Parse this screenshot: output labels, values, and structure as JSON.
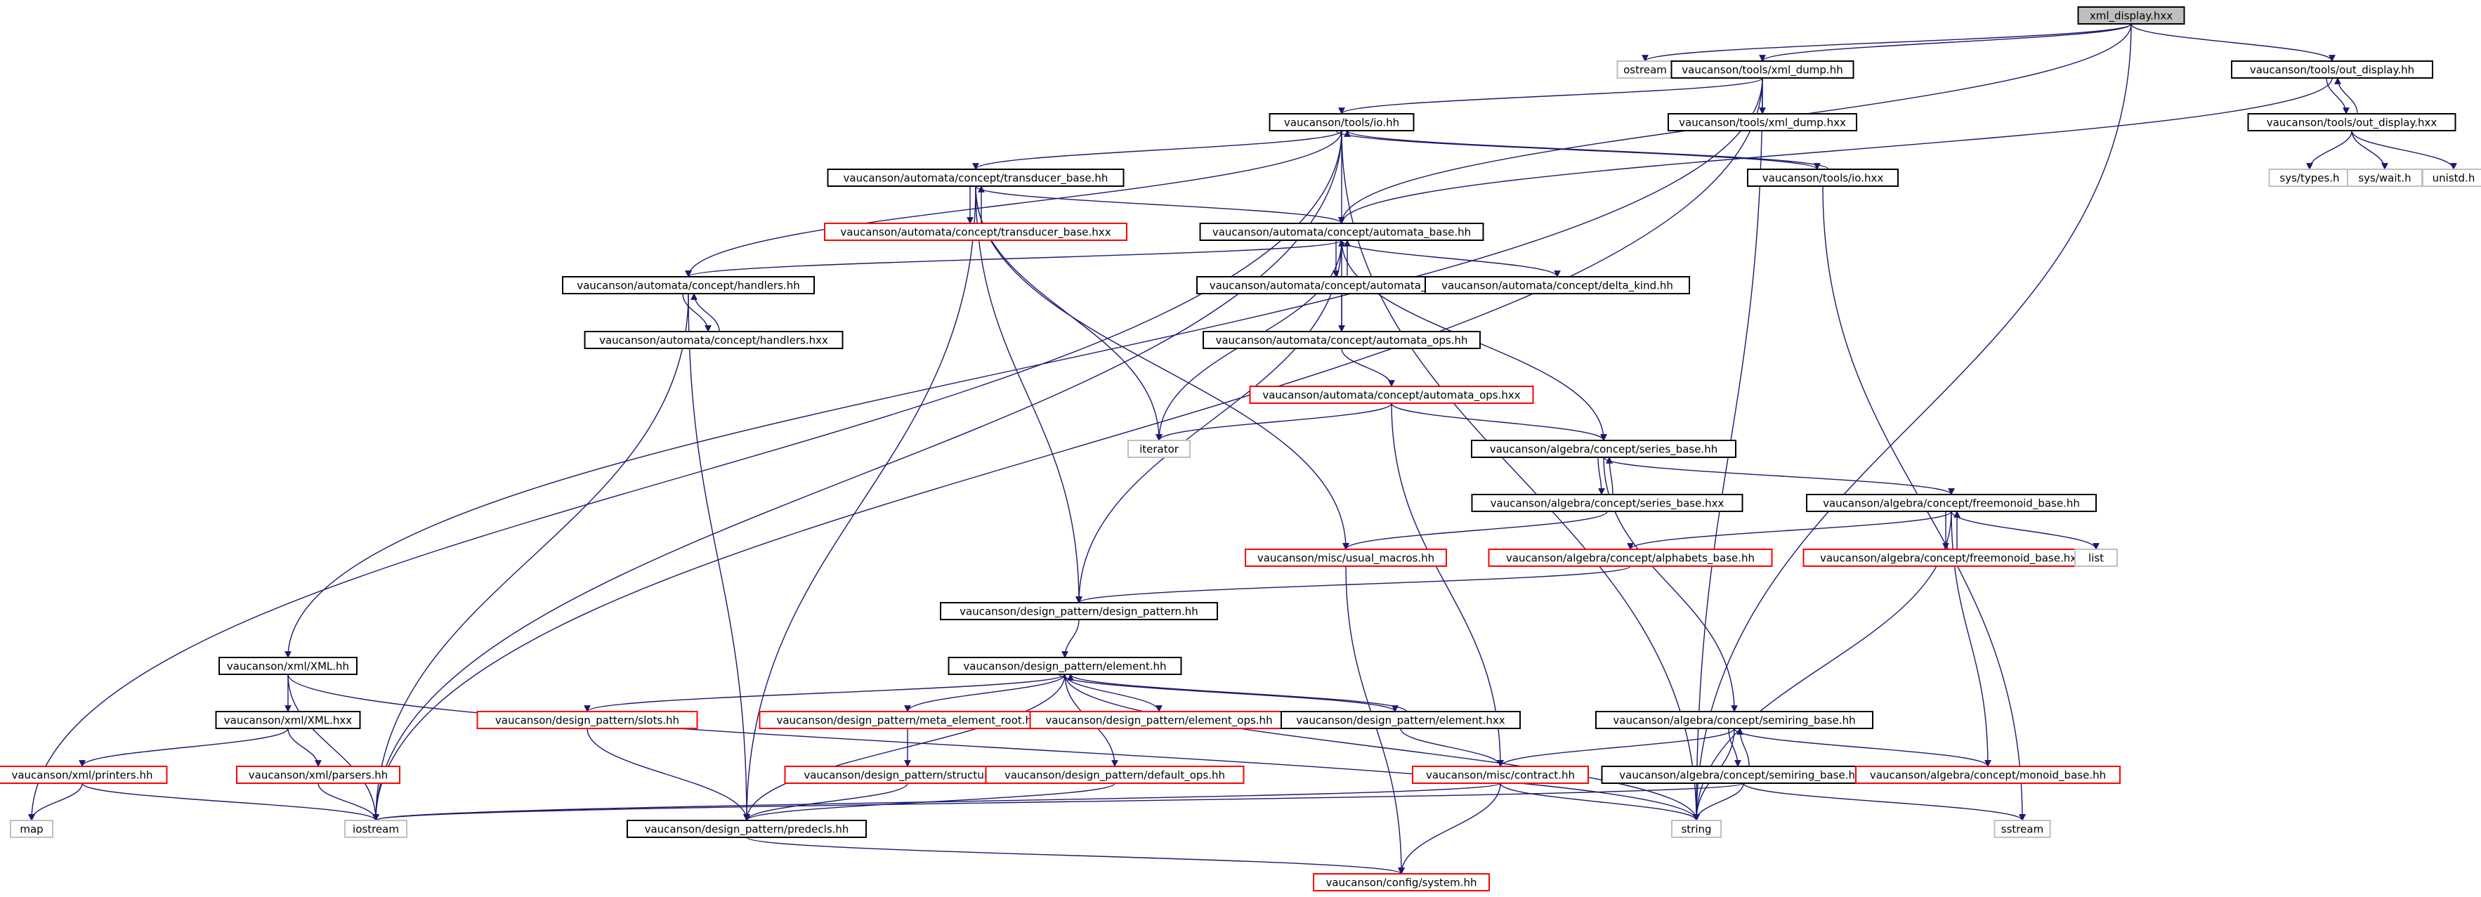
{
  "graph": {
    "edge_color": "#191970",
    "nodes": [
      {
        "id": "xml_display_hxx",
        "label": "xml_display.hxx",
        "style": "root"
      },
      {
        "id": "ostream",
        "label": "ostream",
        "style": "gray"
      },
      {
        "id": "xml_dump_hh",
        "label": "vaucanson/tools/xml_dump.hh",
        "style": "black"
      },
      {
        "id": "out_display_hh",
        "label": "vaucanson/tools/out_display.hh",
        "style": "black"
      },
      {
        "id": "xml_dump_hxx",
        "label": "vaucanson/tools/xml_dump.hxx",
        "style": "black"
      },
      {
        "id": "out_display_hxx",
        "label": "vaucanson/tools/out_display.hxx",
        "style": "black"
      },
      {
        "id": "io_hh",
        "label": "vaucanson/tools/io.hh",
        "style": "black"
      },
      {
        "id": "sys_types",
        "label": "sys/types.h",
        "style": "gray"
      },
      {
        "id": "sys_wait",
        "label": "sys/wait.h",
        "style": "gray"
      },
      {
        "id": "unistd",
        "label": "unistd.h",
        "style": "gray"
      },
      {
        "id": "transducer_base_hh",
        "label": "vaucanson/automata/concept/transducer_base.hh",
        "style": "black"
      },
      {
        "id": "io_hxx",
        "label": "vaucanson/tools/io.hxx",
        "style": "black"
      },
      {
        "id": "transducer_base_hxx",
        "label": "vaucanson/automata/concept/transducer_base.hxx",
        "style": "red"
      },
      {
        "id": "automata_base_hh",
        "label": "vaucanson/automata/concept/automata_base.hh",
        "style": "black"
      },
      {
        "id": "handlers_hh",
        "label": "vaucanson/automata/concept/handlers.hh",
        "style": "black"
      },
      {
        "id": "automata_base_hxx",
        "label": "vaucanson/automata/concept/automata_base.hxx",
        "style": "black"
      },
      {
        "id": "delta_kind_hh",
        "label": "vaucanson/automata/concept/delta_kind.hh",
        "style": "black"
      },
      {
        "id": "handlers_hxx",
        "label": "vaucanson/automata/concept/handlers.hxx",
        "style": "black"
      },
      {
        "id": "automata_ops_hh",
        "label": "vaucanson/automata/concept/automata_ops.hh",
        "style": "black"
      },
      {
        "id": "automata_ops_hxx",
        "label": "vaucanson/automata/concept/automata_ops.hxx",
        "style": "red"
      },
      {
        "id": "iterator",
        "label": "iterator",
        "style": "gray"
      },
      {
        "id": "series_base_hh",
        "label": "vaucanson/algebra/concept/series_base.hh",
        "style": "black"
      },
      {
        "id": "series_base_hxx",
        "label": "vaucanson/algebra/concept/series_base.hxx",
        "style": "black"
      },
      {
        "id": "freemonoid_base_hh",
        "label": "vaucanson/algebra/concept/freemonoid_base.hh",
        "style": "black"
      },
      {
        "id": "usual_macros_hh",
        "label": "vaucanson/misc/usual_macros.hh",
        "style": "red"
      },
      {
        "id": "alphabets_base_hh",
        "label": "vaucanson/algebra/concept/alphabets_base.hh",
        "style": "red"
      },
      {
        "id": "freemonoid_base_hxx",
        "label": "vaucanson/algebra/concept/freemonoid_base.hxx",
        "style": "red"
      },
      {
        "id": "list",
        "label": "list",
        "style": "gray"
      },
      {
        "id": "design_pattern_hh",
        "label": "vaucanson/design_pattern/design_pattern.hh",
        "style": "black"
      },
      {
        "id": "xml_hh",
        "label": "vaucanson/xml/XML.hh",
        "style": "black"
      },
      {
        "id": "element_hh",
        "label": "vaucanson/design_pattern/element.hh",
        "style": "black"
      },
      {
        "id": "xml_hxx",
        "label": "vaucanson/xml/XML.hxx",
        "style": "black"
      },
      {
        "id": "slots_hh",
        "label": "vaucanson/design_pattern/slots.hh",
        "style": "red"
      },
      {
        "id": "meta_element_root_hh",
        "label": "vaucanson/design_pattern/meta_element_root.hh",
        "style": "red"
      },
      {
        "id": "element_ops_hh",
        "label": "vaucanson/design_pattern/element_ops.hh",
        "style": "red"
      },
      {
        "id": "element_hxx",
        "label": "vaucanson/design_pattern/element.hxx",
        "style": "black"
      },
      {
        "id": "semiring_base_hh",
        "label": "vaucanson/algebra/concept/semiring_base.hh",
        "style": "black"
      },
      {
        "id": "printers_hh",
        "label": "vaucanson/xml/printers.hh",
        "style": "red"
      },
      {
        "id": "parsers_hh",
        "label": "vaucanson/xml/parsers.hh",
        "style": "red"
      },
      {
        "id": "structure_hh",
        "label": "vaucanson/design_pattern/structure.hh",
        "style": "red"
      },
      {
        "id": "default_ops_hh",
        "label": "vaucanson/design_pattern/default_ops.hh",
        "style": "red"
      },
      {
        "id": "contract_hh",
        "label": "vaucanson/misc/contract.hh",
        "style": "red"
      },
      {
        "id": "semiring_base_hxx",
        "label": "vaucanson/algebra/concept/semiring_base.hxx",
        "style": "black"
      },
      {
        "id": "monoid_base_hh",
        "label": "vaucanson/algebra/concept/monoid_base.hh",
        "style": "red"
      },
      {
        "id": "map",
        "label": "map",
        "style": "gray"
      },
      {
        "id": "iostream",
        "label": "iostream",
        "style": "gray"
      },
      {
        "id": "predecls_hh",
        "label": "vaucanson/design_pattern/predecls.hh",
        "style": "black"
      },
      {
        "id": "string",
        "label": "string",
        "style": "gray"
      },
      {
        "id": "sstream",
        "label": "sstream",
        "style": "gray"
      },
      {
        "id": "system_hh",
        "label": "vaucanson/config/system.hh",
        "style": "red"
      }
    ]
  }
}
